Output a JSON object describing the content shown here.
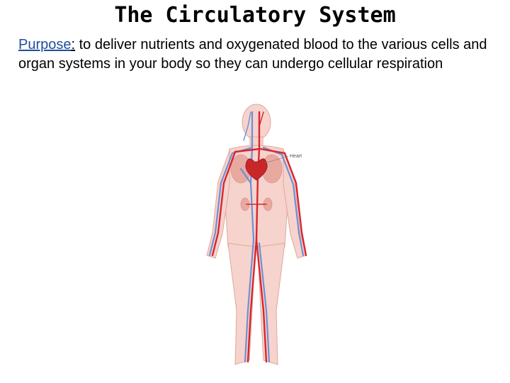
{
  "slide": {
    "title": "The Circulatory System",
    "purpose_keyword": "Purpose",
    "purpose_colon": ":",
    "purpose_text": " to deliver nutrients and oxygenated blood to the various cells and organ systems in your body so they can undergo cellular respiration"
  },
  "figure": {
    "heart_label": "Heart",
    "colors": {
      "skin": "#f6d3cc",
      "skin_outline": "#e0a89c",
      "artery": "#d8262c",
      "vein": "#6d8fd8",
      "organ": "#e8a9a0"
    }
  }
}
